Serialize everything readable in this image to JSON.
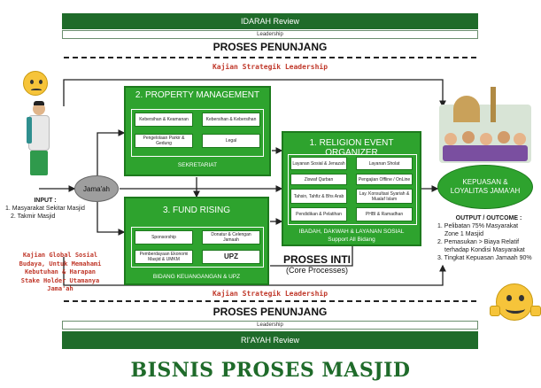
{
  "top": {
    "review": "IDARAH Review",
    "leadership": "Leadership",
    "penunjang": "PROSES PENUNJANG",
    "kajian": "Kajian Strategik Leadership"
  },
  "bottom": {
    "kajian": "Kajian Strategik Leadership",
    "penunjang": "PROSES PENUNJANG",
    "leadership": "Leadership",
    "review": "RI'AYAH Review"
  },
  "property": {
    "title": "2. PROPERTY MANAGEMENT",
    "items": [
      "Kebersihan & Keamanan",
      "Kebersihan & Kebersihan",
      "Pengelolaan Parkir & Gedung",
      "Legal"
    ],
    "footer": "SEKRETARIAT"
  },
  "fund": {
    "title": "3. FUND RISING",
    "items": [
      "Sponsorship",
      "Donatur & Celengan Jamaah",
      "Pemberdayaan Ekonomi Masjid & UMKM",
      "UPZ"
    ],
    "footer": "BIDANG KEUANGANGAN & UPZ"
  },
  "religion": {
    "title": "1. RELIGION EVENT ORGANIZER",
    "items": [
      "Layanan Sosial & Jenazah",
      "Layanan Sholat",
      "Ziswaf Qurban",
      "Pengajian Offline / OnLine",
      "Tahsin, Tahfiz & Bhs Arab",
      "Lay. Konsultasi Syariah & Mualaf Islam",
      "Pendidikan & Pelatihan",
      "PHBI & Ramadhan"
    ],
    "footer1": "IBADAH, DAKWAH & LAYANAN SOSIAL",
    "footer2": "Support All Bidang"
  },
  "jamaah": "Jama'ah",
  "input": {
    "title": "INPUT :",
    "lines": [
      "1. Masyarakat Sekitar Masjid",
      "2. Takmir Masjid"
    ]
  },
  "kajian_global": [
    "Kajian Global Sosial",
    "Budaya, Untuk Memahami",
    "Kebutuhan & Harapan",
    "Stake Holder Utamanya",
    "Jama'ah"
  ],
  "proses_inti": {
    "title": "PROSES INTI",
    "subtitle": "(Core Processes)"
  },
  "kepuasan": "KEPUASAN & LOYALITAS JAMA'AH",
  "output": {
    "title": "OUTPUT / OUTCOME :",
    "lines": [
      "1. Pelibatan 75% Masyarakat",
      "Zone 1 Masjid",
      "2. Pemasukan > Biaya Relatif",
      "terhadap Kondisi Masyarakat",
      "3. Tingkat Kepuasan Jamaah 90%"
    ]
  },
  "main_title": "BISNIS PROSES MASJID",
  "colors": {
    "dark_green": "#1f6b2a",
    "box_green": "#2ea32e",
    "accent_red": "#c0392b"
  }
}
